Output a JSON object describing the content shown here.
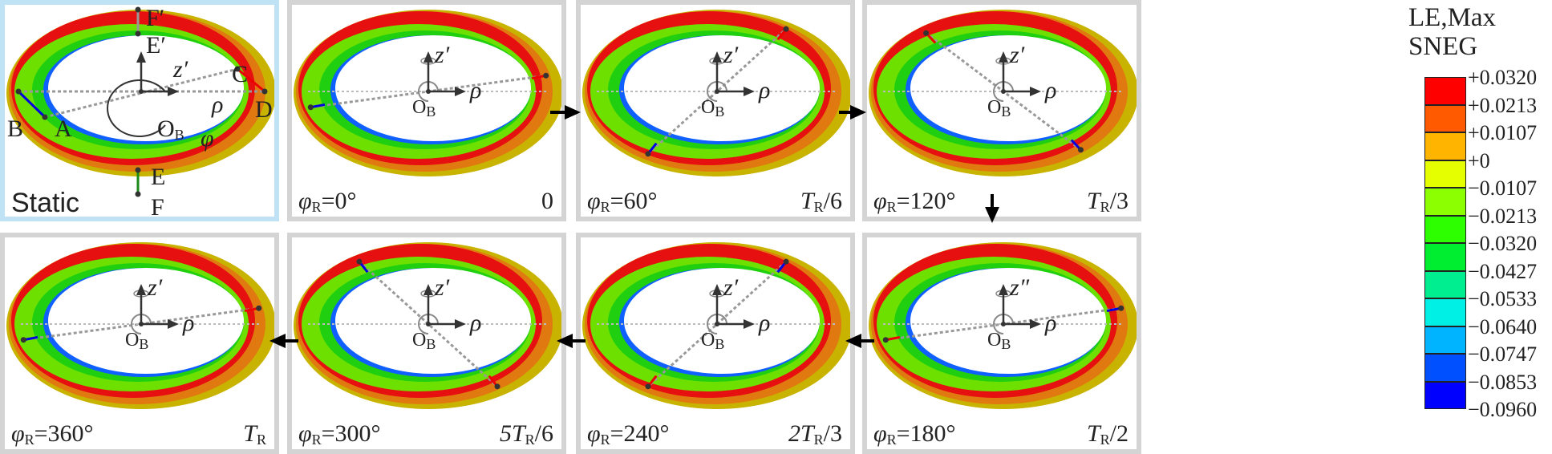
{
  "static_panel": {
    "title": "Static",
    "points": [
      "A",
      "B",
      "C",
      "D",
      "E",
      "F",
      "E′",
      "F′"
    ],
    "axes": {
      "z": "z′",
      "rho": "ρ",
      "origin": "O",
      "origin_sub": "B",
      "phi": "φ"
    }
  },
  "panels": [
    {
      "phi_sym": "φ",
      "phi_sub": "R",
      "phi_val": "=0°",
      "time_pre": "0",
      "time_sub": "",
      "time_post": "",
      "axis_z": "z′",
      "rho": "ρ",
      "origin": "O",
      "origin_sub": "B",
      "line_angle": -12
    },
    {
      "phi_sym": "φ",
      "phi_sub": "R",
      "phi_val": "=60°",
      "time_pre": "T",
      "time_sub": "R",
      "time_post": "/6",
      "axis_z": "z′",
      "rho": "ρ",
      "origin": "O",
      "origin_sub": "B",
      "line_angle": -55
    },
    {
      "phi_sym": "φ",
      "phi_sub": "R",
      "phi_val": "=120°",
      "time_pre": "T",
      "time_sub": "R",
      "time_post": "/3",
      "axis_z": "z′",
      "rho": "ρ",
      "origin": "O",
      "origin_sub": "B",
      "line_angle": -130
    },
    {
      "phi_sym": "φ",
      "phi_sub": "R",
      "phi_val": "=180°",
      "time_pre": "T",
      "time_sub": "R",
      "time_post": "/2",
      "axis_z": "z″",
      "rho": "ρ",
      "origin": "O",
      "origin_sub": "B",
      "line_angle": 168
    },
    {
      "phi_sym": "φ",
      "phi_sub": "R",
      "phi_val": "=240°",
      "time_pre": "2T",
      "time_sub": "R",
      "time_post": "/3",
      "axis_z": "z′",
      "rho": "ρ",
      "origin": "O",
      "origin_sub": "B",
      "line_angle": 125
    },
    {
      "phi_sym": "φ",
      "phi_sub": "R",
      "phi_val": "=300°",
      "time_pre": "5T",
      "time_sub": "R",
      "time_post": "/6",
      "axis_z": "z′",
      "rho": "ρ",
      "origin": "O",
      "origin_sub": "B",
      "line_angle": 55
    },
    {
      "phi_sym": "φ",
      "phi_sub": "R",
      "phi_val": "=360°",
      "time_pre": "T",
      "time_sub": "R",
      "time_post": "",
      "axis_z": "z′",
      "rho": "ρ",
      "origin": "O",
      "origin_sub": "B",
      "line_angle": -12
    }
  ],
  "legend": {
    "title1": "LE,Max",
    "title2": "SNEG",
    "colors": [
      "#ff0000",
      "#ff5a00",
      "#ffb400",
      "#e6ff00",
      "#8cff00",
      "#2dff00",
      "#00ee30",
      "#00ee90",
      "#00f0e6",
      "#00b4ff",
      "#0050ff",
      "#0000ff"
    ],
    "ticks": [
      "+0.0320",
      "+0.0213",
      "+0.0107",
      "+0",
      "−0.0107",
      "−0.0213",
      "−0.0320",
      "−0.0427",
      "−0.0533",
      "−0.0640",
      "−0.0747",
      "−0.0853",
      "−0.0960"
    ]
  }
}
